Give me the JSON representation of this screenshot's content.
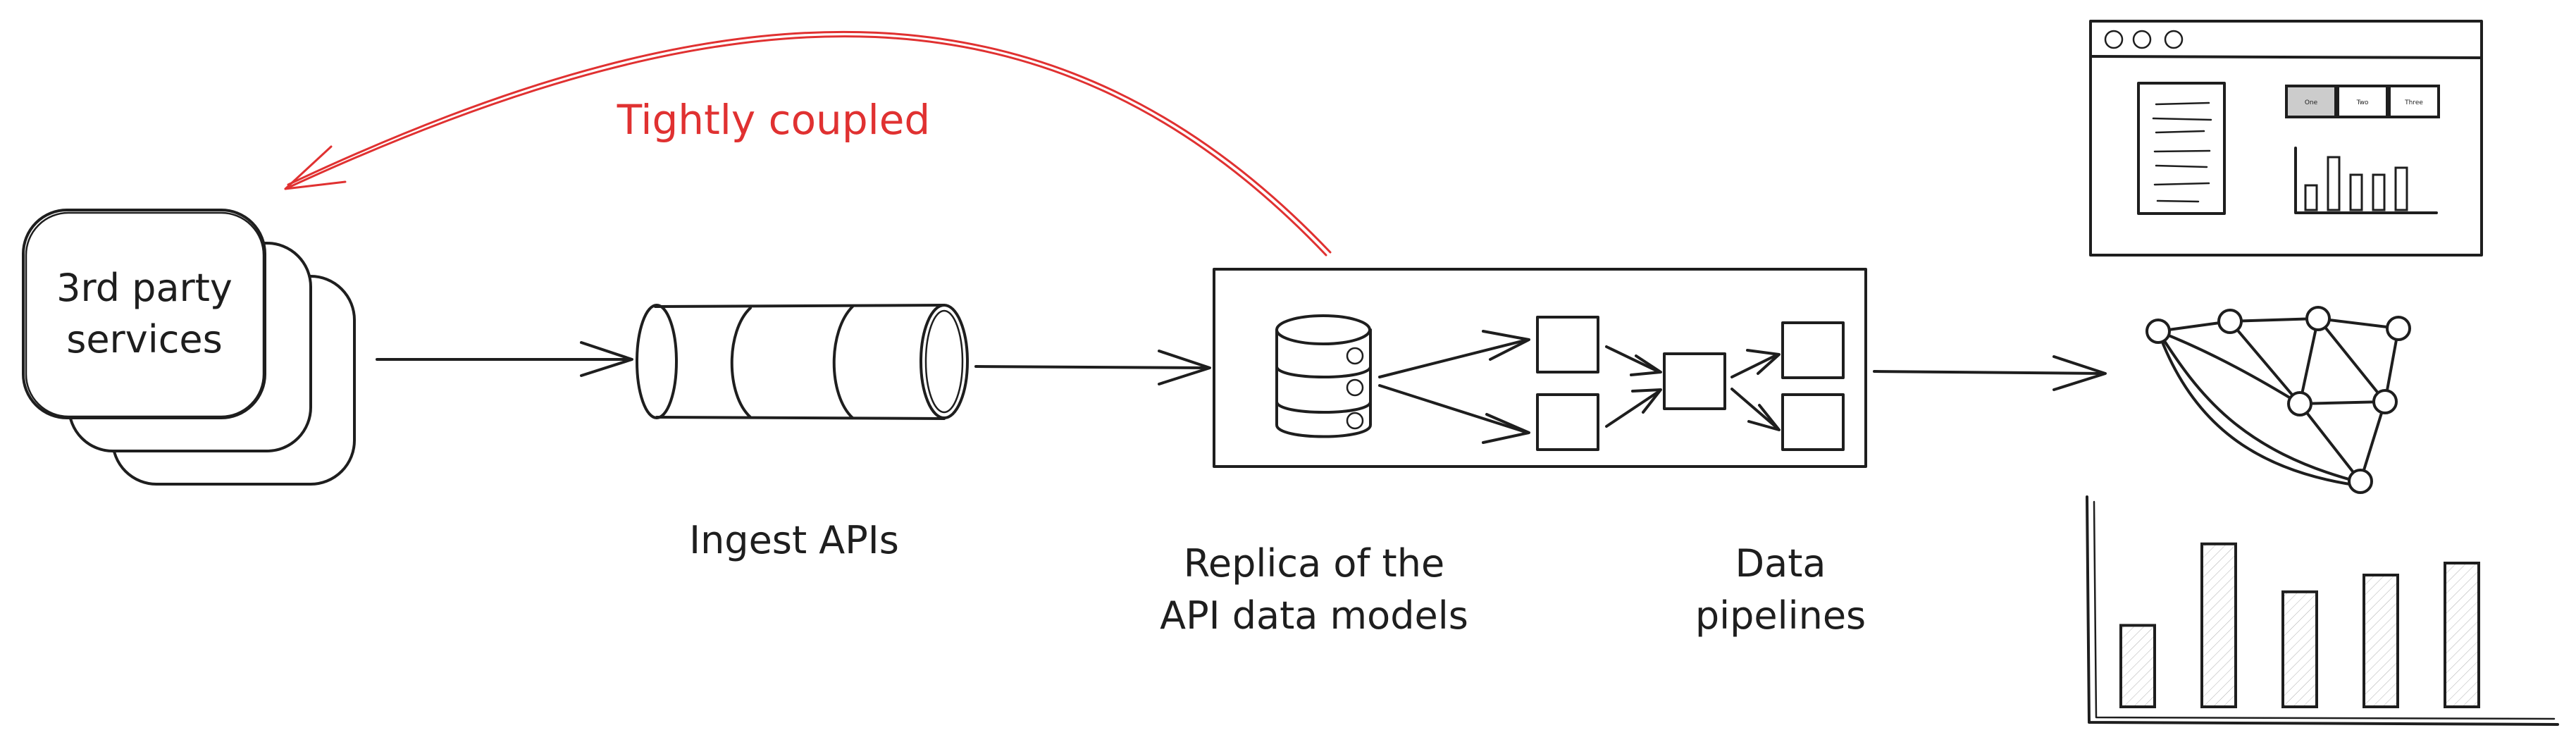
{
  "labels": {
    "third_party_line1": "3rd party",
    "third_party_line2": "services",
    "ingest": "Ingest APIs",
    "replica_line1": "Replica of the",
    "replica_line2": "API data models",
    "pipelines_line1": "Data",
    "pipelines_line2": "pipelines",
    "coupling": "Tightly coupled"
  },
  "dashboard": {
    "tabs": [
      "One",
      "Two",
      "Three"
    ],
    "mini_bar_levels": [
      0.35,
      0.75,
      0.5,
      0.5,
      0.6
    ]
  },
  "bar_chart": {
    "values": [
      0.34,
      0.68,
      0.48,
      0.55,
      0.6
    ]
  },
  "colors": {
    "ink": "#1e1e1e",
    "accent_red": "#e03131",
    "tab_fill": "#cccccc"
  },
  "icons": [
    "database-icon",
    "dashboard-window-icon",
    "network-graph-icon",
    "bar-chart-icon",
    "cylinder-icon"
  ]
}
